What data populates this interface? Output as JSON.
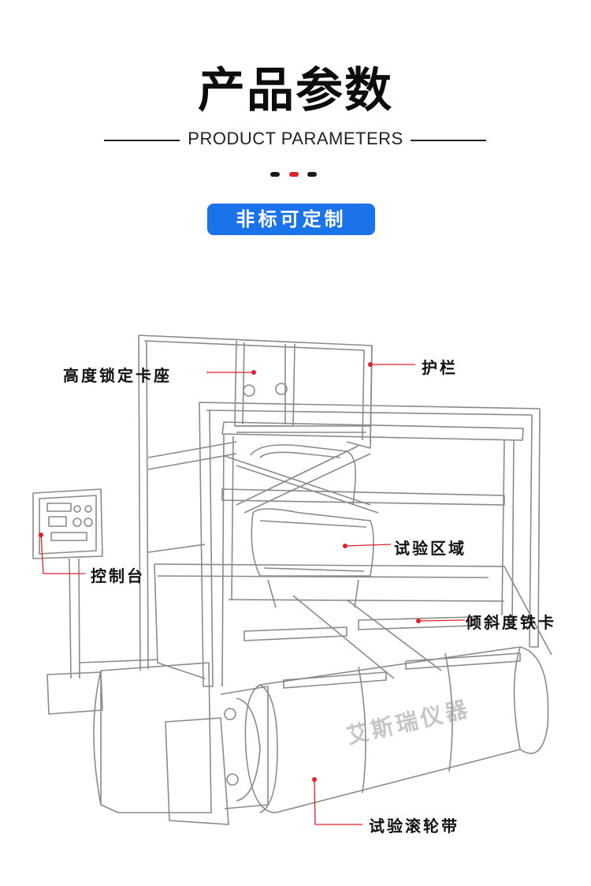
{
  "header": {
    "title": "产品参数",
    "subtitle": "PRODUCT PARAMETERS",
    "badge": "非标可定制"
  },
  "colors": {
    "accent_blue": "#1a73e8",
    "accent_red": "#e0202a",
    "dot_dark": "#1a1a1a"
  },
  "callouts": {
    "height_lock": "高度锁定卡座",
    "guardrail": "护栏",
    "test_area": "试验区域",
    "console": "控制台",
    "tilt_lock": "倾斜度铁卡",
    "roller_belt": "试验滚轮带"
  },
  "watermark": "艾斯瑞仪器"
}
